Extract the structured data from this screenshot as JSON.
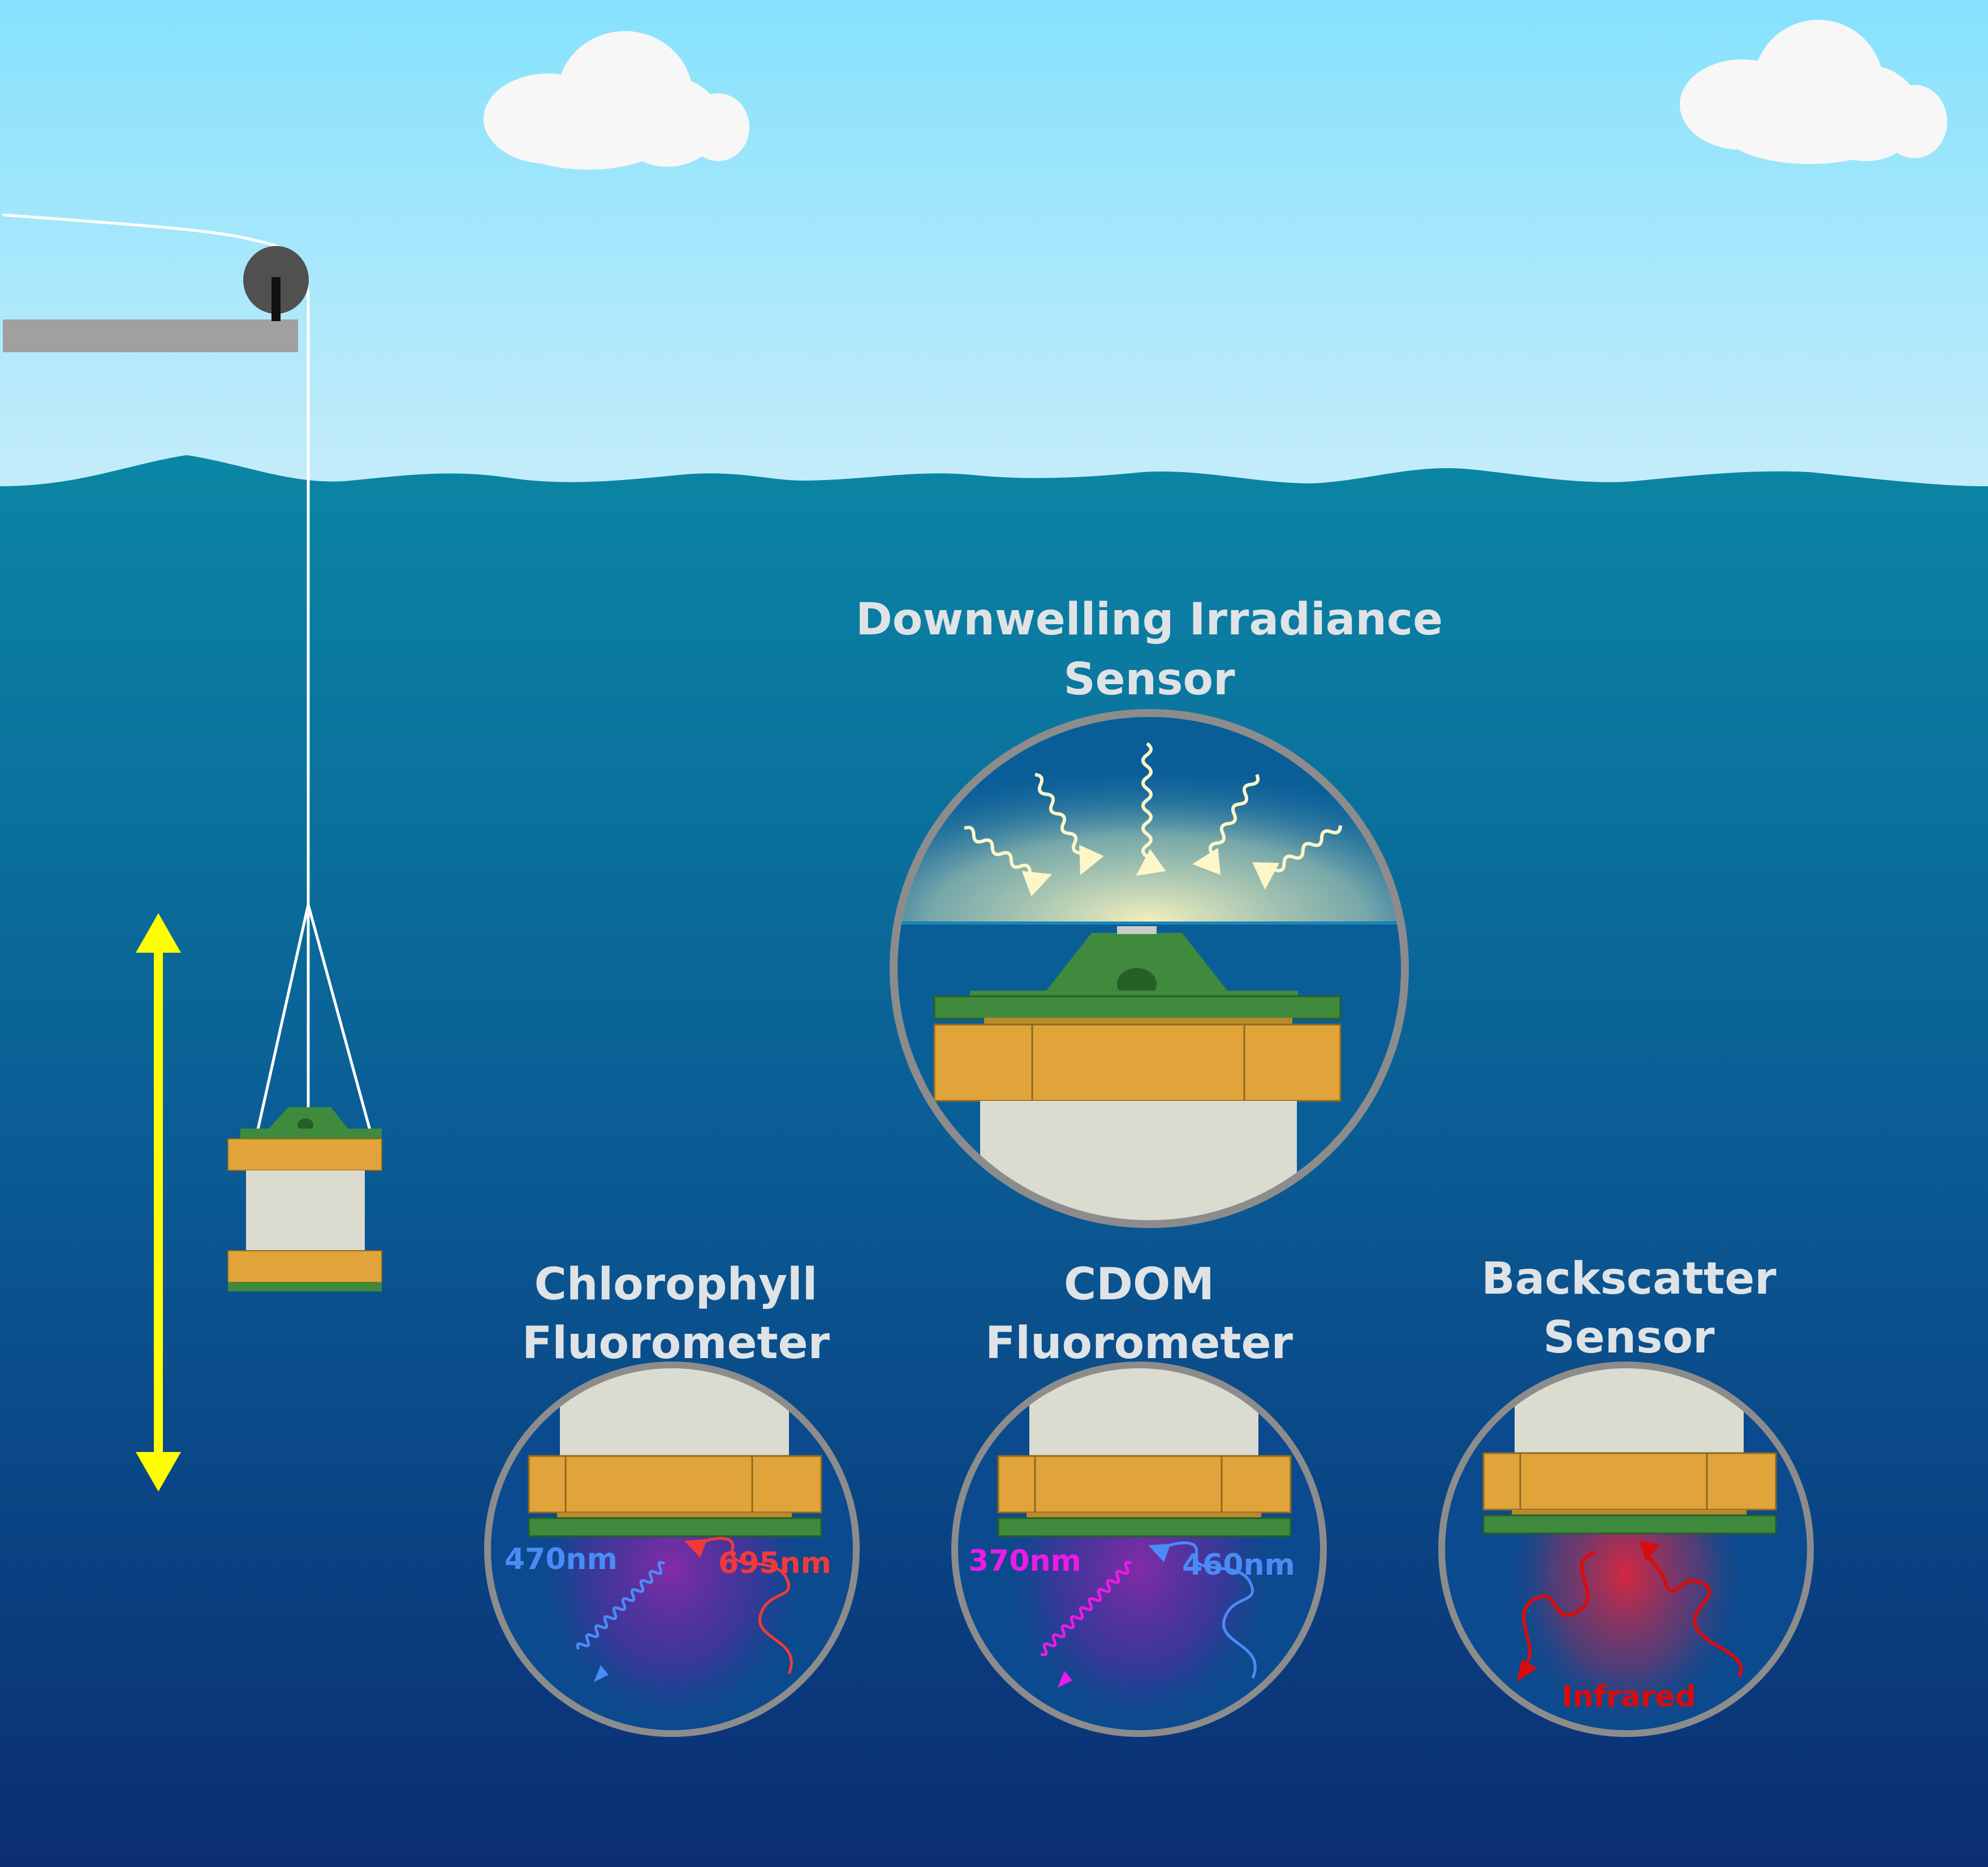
{
  "labels": {
    "irradiance_line1": "Downwelling Irradiance",
    "irradiance_line2": "Sensor",
    "chlorophyll_line1": "Chlorophyll",
    "chlorophyll_line2": "Fluorometer",
    "cdom_line1": "CDOM",
    "cdom_line2": "Fluorometer",
    "backscatter_line1": "Backscatter",
    "backscatter_line2": "Sensor",
    "chl_excitation": "470nm",
    "chl_emission": "695nm",
    "cdom_excitation": "370nm",
    "cdom_emission": "460nm",
    "backscatter_band": "Infrared"
  },
  "colors": {
    "sky_top": "#86e2fd",
    "sky_bottom": "#c4ecfa",
    "water_top": "#0b86a5",
    "water_bottom": "#0b2d73",
    "label_text": "#dfe3e6",
    "housing_orange": "#e1a43a",
    "cap_green": "#3f8a3c",
    "body_grey": "#dcdbd0",
    "ring_grey": "#8d8c8c",
    "depth_arrow": "#ffff00",
    "nm_470": "#4a8cf5",
    "nm_695": "#f03a3a",
    "nm_370": "#ee1ae6",
    "nm_460": "#4a8cf5",
    "infrared": "#d80c0c"
  }
}
